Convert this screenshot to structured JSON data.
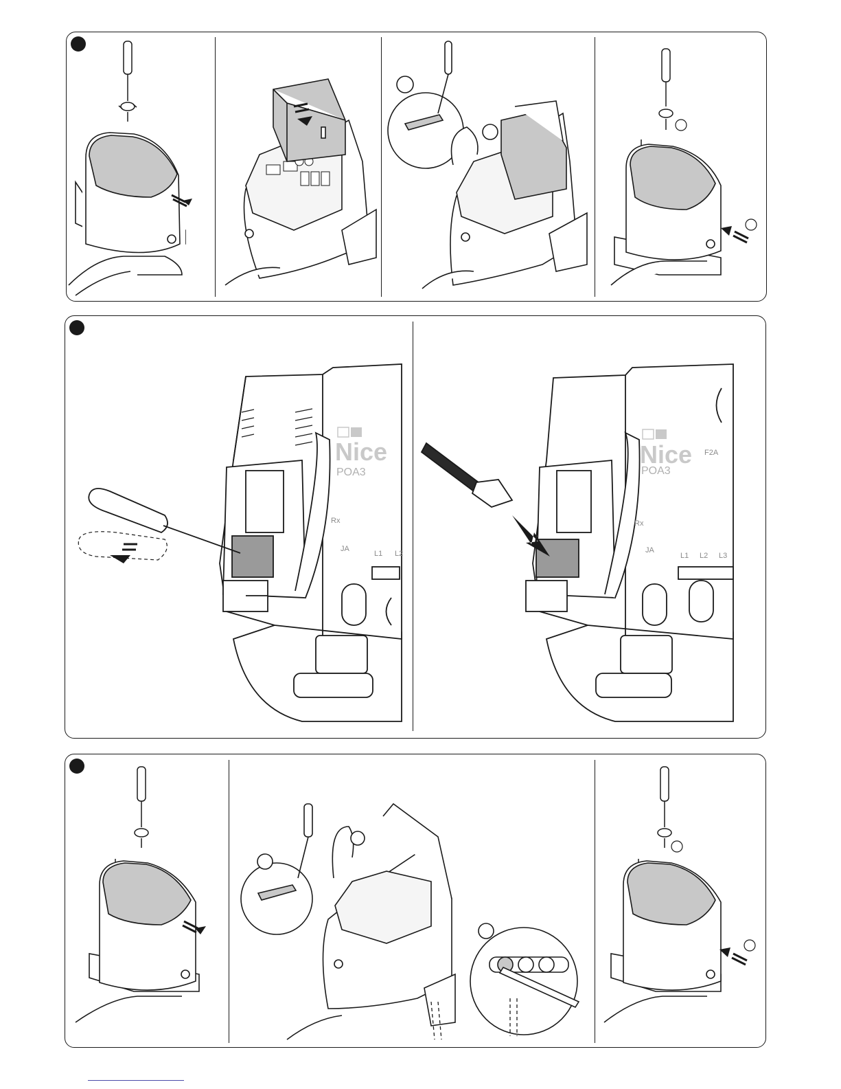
{
  "figure": {
    "rows": [
      {
        "id": "row-1",
        "step_count": 4
      },
      {
        "id": "row-2",
        "step_count": 2
      },
      {
        "id": "row-3",
        "step_count": 3
      }
    ],
    "board_label": {
      "brand": "Nice",
      "model": "POA3",
      "rx": "Rx",
      "ja": "JA",
      "fuse": "F2A",
      "terminals": [
        "L1",
        "L2",
        "L3"
      ]
    }
  }
}
